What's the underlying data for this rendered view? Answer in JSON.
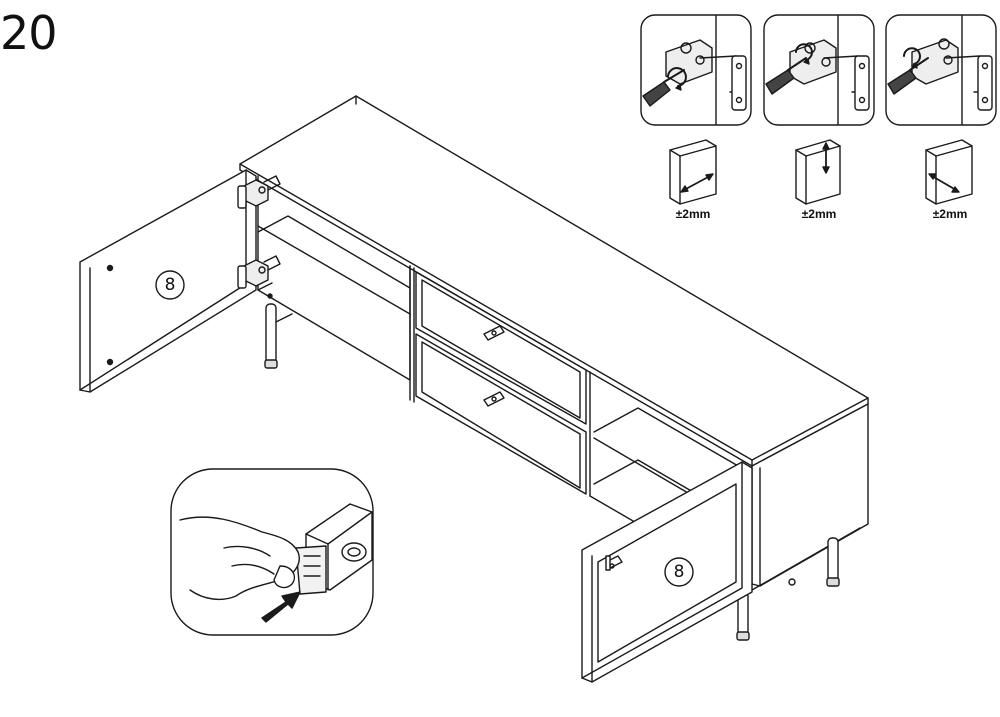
{
  "step": {
    "number": "20"
  },
  "adjustments": [
    {
      "value": "±2mm",
      "axis": "side-to-side"
    },
    {
      "value": "±2mm",
      "axis": "up-down"
    },
    {
      "value": "±2mm",
      "axis": "in-out"
    }
  ],
  "parts": {
    "left_door": "8",
    "right_door": "8"
  },
  "colors": {
    "line": "#1a1a1a",
    "background": "#ffffff",
    "panel_fill": "#f2f2f2"
  }
}
